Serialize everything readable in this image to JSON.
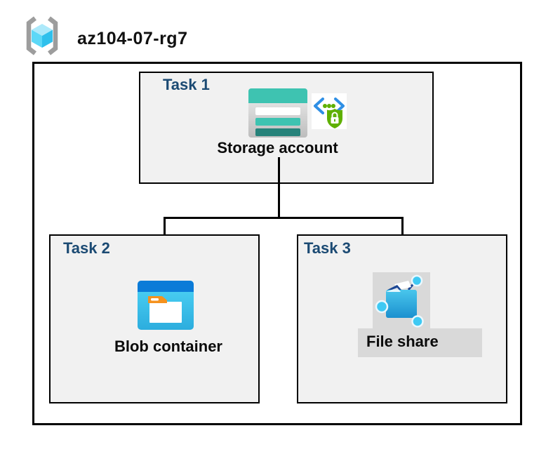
{
  "header": {
    "resource_group_name": "az104-07-rg7",
    "resource_group_icon": "azure-resource-group-icon"
  },
  "tasks": [
    {
      "label": "Task 1",
      "item": "Storage account",
      "icons": [
        "storage-account-icon",
        "sas-lock-icon"
      ]
    },
    {
      "label": "Task 2",
      "item": "Blob container",
      "icons": [
        "blob-container-icon"
      ]
    },
    {
      "label": "Task 3",
      "item": "File share",
      "icons": [
        "file-share-icon"
      ]
    }
  ],
  "connections": [
    {
      "from": "Storage account",
      "to": "Blob container"
    },
    {
      "from": "Storage account",
      "to": "File share"
    }
  ],
  "colors": {
    "task-label": "#1b4a73",
    "box-fill": "#f1f1f1",
    "highlight": "#d9d9d9",
    "connector": "#000000",
    "storage-teal": "#3ec3b1",
    "storage-dark-teal": "#26827a",
    "blob-band-blue": "#0b7bd8",
    "blob-body-blue": "#38bfe8",
    "tab-orange": "#f5921e",
    "fileshare-folder-blue": "#2baade",
    "fileshare-flap-navy": "#1b4693",
    "node-cyan": "#3ec9f3",
    "shield-green": "#5fb000",
    "bracket-blue": "#2f8fe5",
    "rg-bracket-gray": "#9d9d9d",
    "cube-top": "#ade9fa",
    "cube-left": "#5cd8f7",
    "cube-right": "#2fc0ec"
  }
}
